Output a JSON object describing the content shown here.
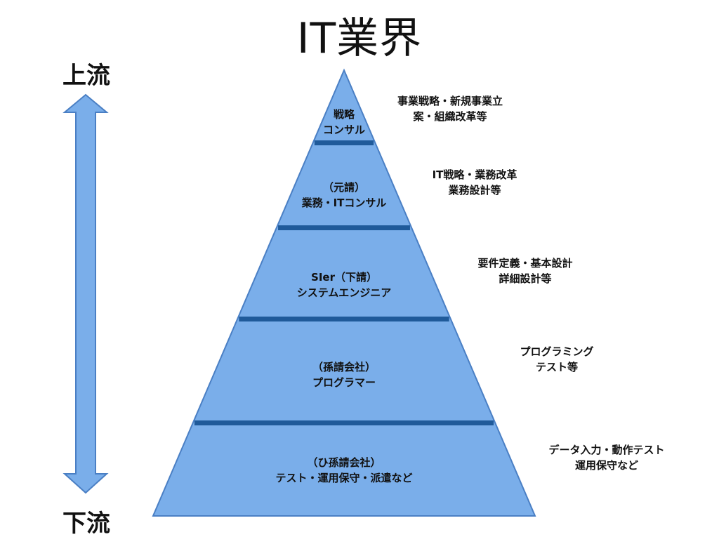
{
  "title": "IT業界",
  "arrow": {
    "top_label": "上流",
    "bottom_label": "下流"
  },
  "tiers": [
    {
      "lines": [
        "戦略",
        "コンサル"
      ],
      "description": [
        "事業戦略・新規事業立",
        "案・組織改革等"
      ]
    },
    {
      "lines": [
        "（元請）",
        "業務・ITコンサル"
      ],
      "description": [
        "IT戦略・業務改革",
        "業務設計等"
      ]
    },
    {
      "lines": [
        "SIer（下請）",
        "システムエンジニア"
      ],
      "description": [
        "要件定義・基本設計",
        "詳細設計等"
      ]
    },
    {
      "lines": [
        "（孫請会社）",
        "プログラマー"
      ],
      "description": [
        "プログラミング",
        "テスト等"
      ]
    },
    {
      "lines": [
        "（ひ孫請会社）",
        "テスト・運用保守・派遣など"
      ],
      "description": [
        "データ入力・動作テスト",
        "運用保守など"
      ]
    }
  ],
  "colors": {
    "pyramid_fill": "#7aaeea",
    "pyramid_stroke": "#4a7fc4",
    "divider": "#1f5a9a",
    "arrow_fill": "#7aaeea",
    "arrow_stroke": "#4a7fc4"
  }
}
